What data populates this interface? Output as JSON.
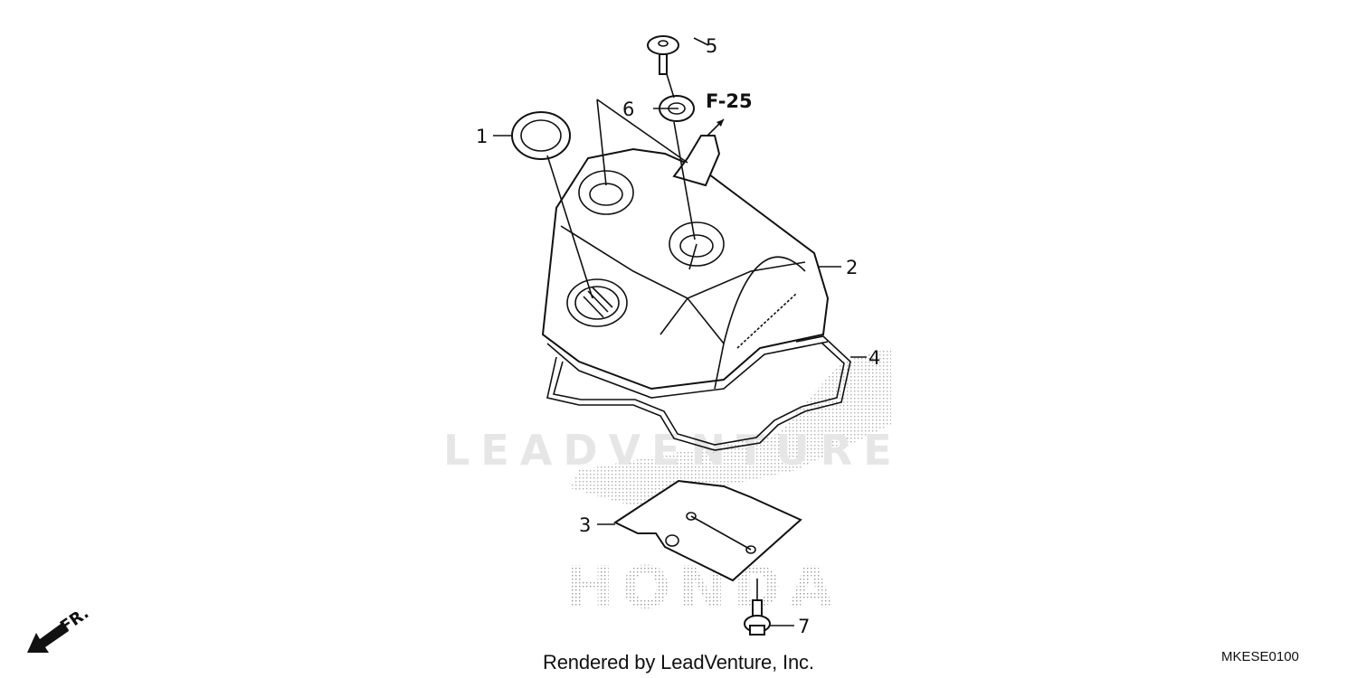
{
  "diagram": {
    "callouts": [
      {
        "number": "1",
        "part": "grommet"
      },
      {
        "number": "2",
        "part": "cylinder-head-cover"
      },
      {
        "number": "3",
        "part": "plate"
      },
      {
        "number": "4",
        "part": "head-cover-gasket"
      },
      {
        "number": "5",
        "part": "bolt"
      },
      {
        "number": "6",
        "part": "washer-seal"
      },
      {
        "number": "7",
        "part": "flange-bolt"
      }
    ],
    "reference": "F-25",
    "front_indicator": "FR.",
    "watermark_text": "LEADVENTURE",
    "watermark_logo": "HONDA",
    "credit": "Rendered by LeadVenture, Inc.",
    "diagram_code": "MKESE0100"
  }
}
